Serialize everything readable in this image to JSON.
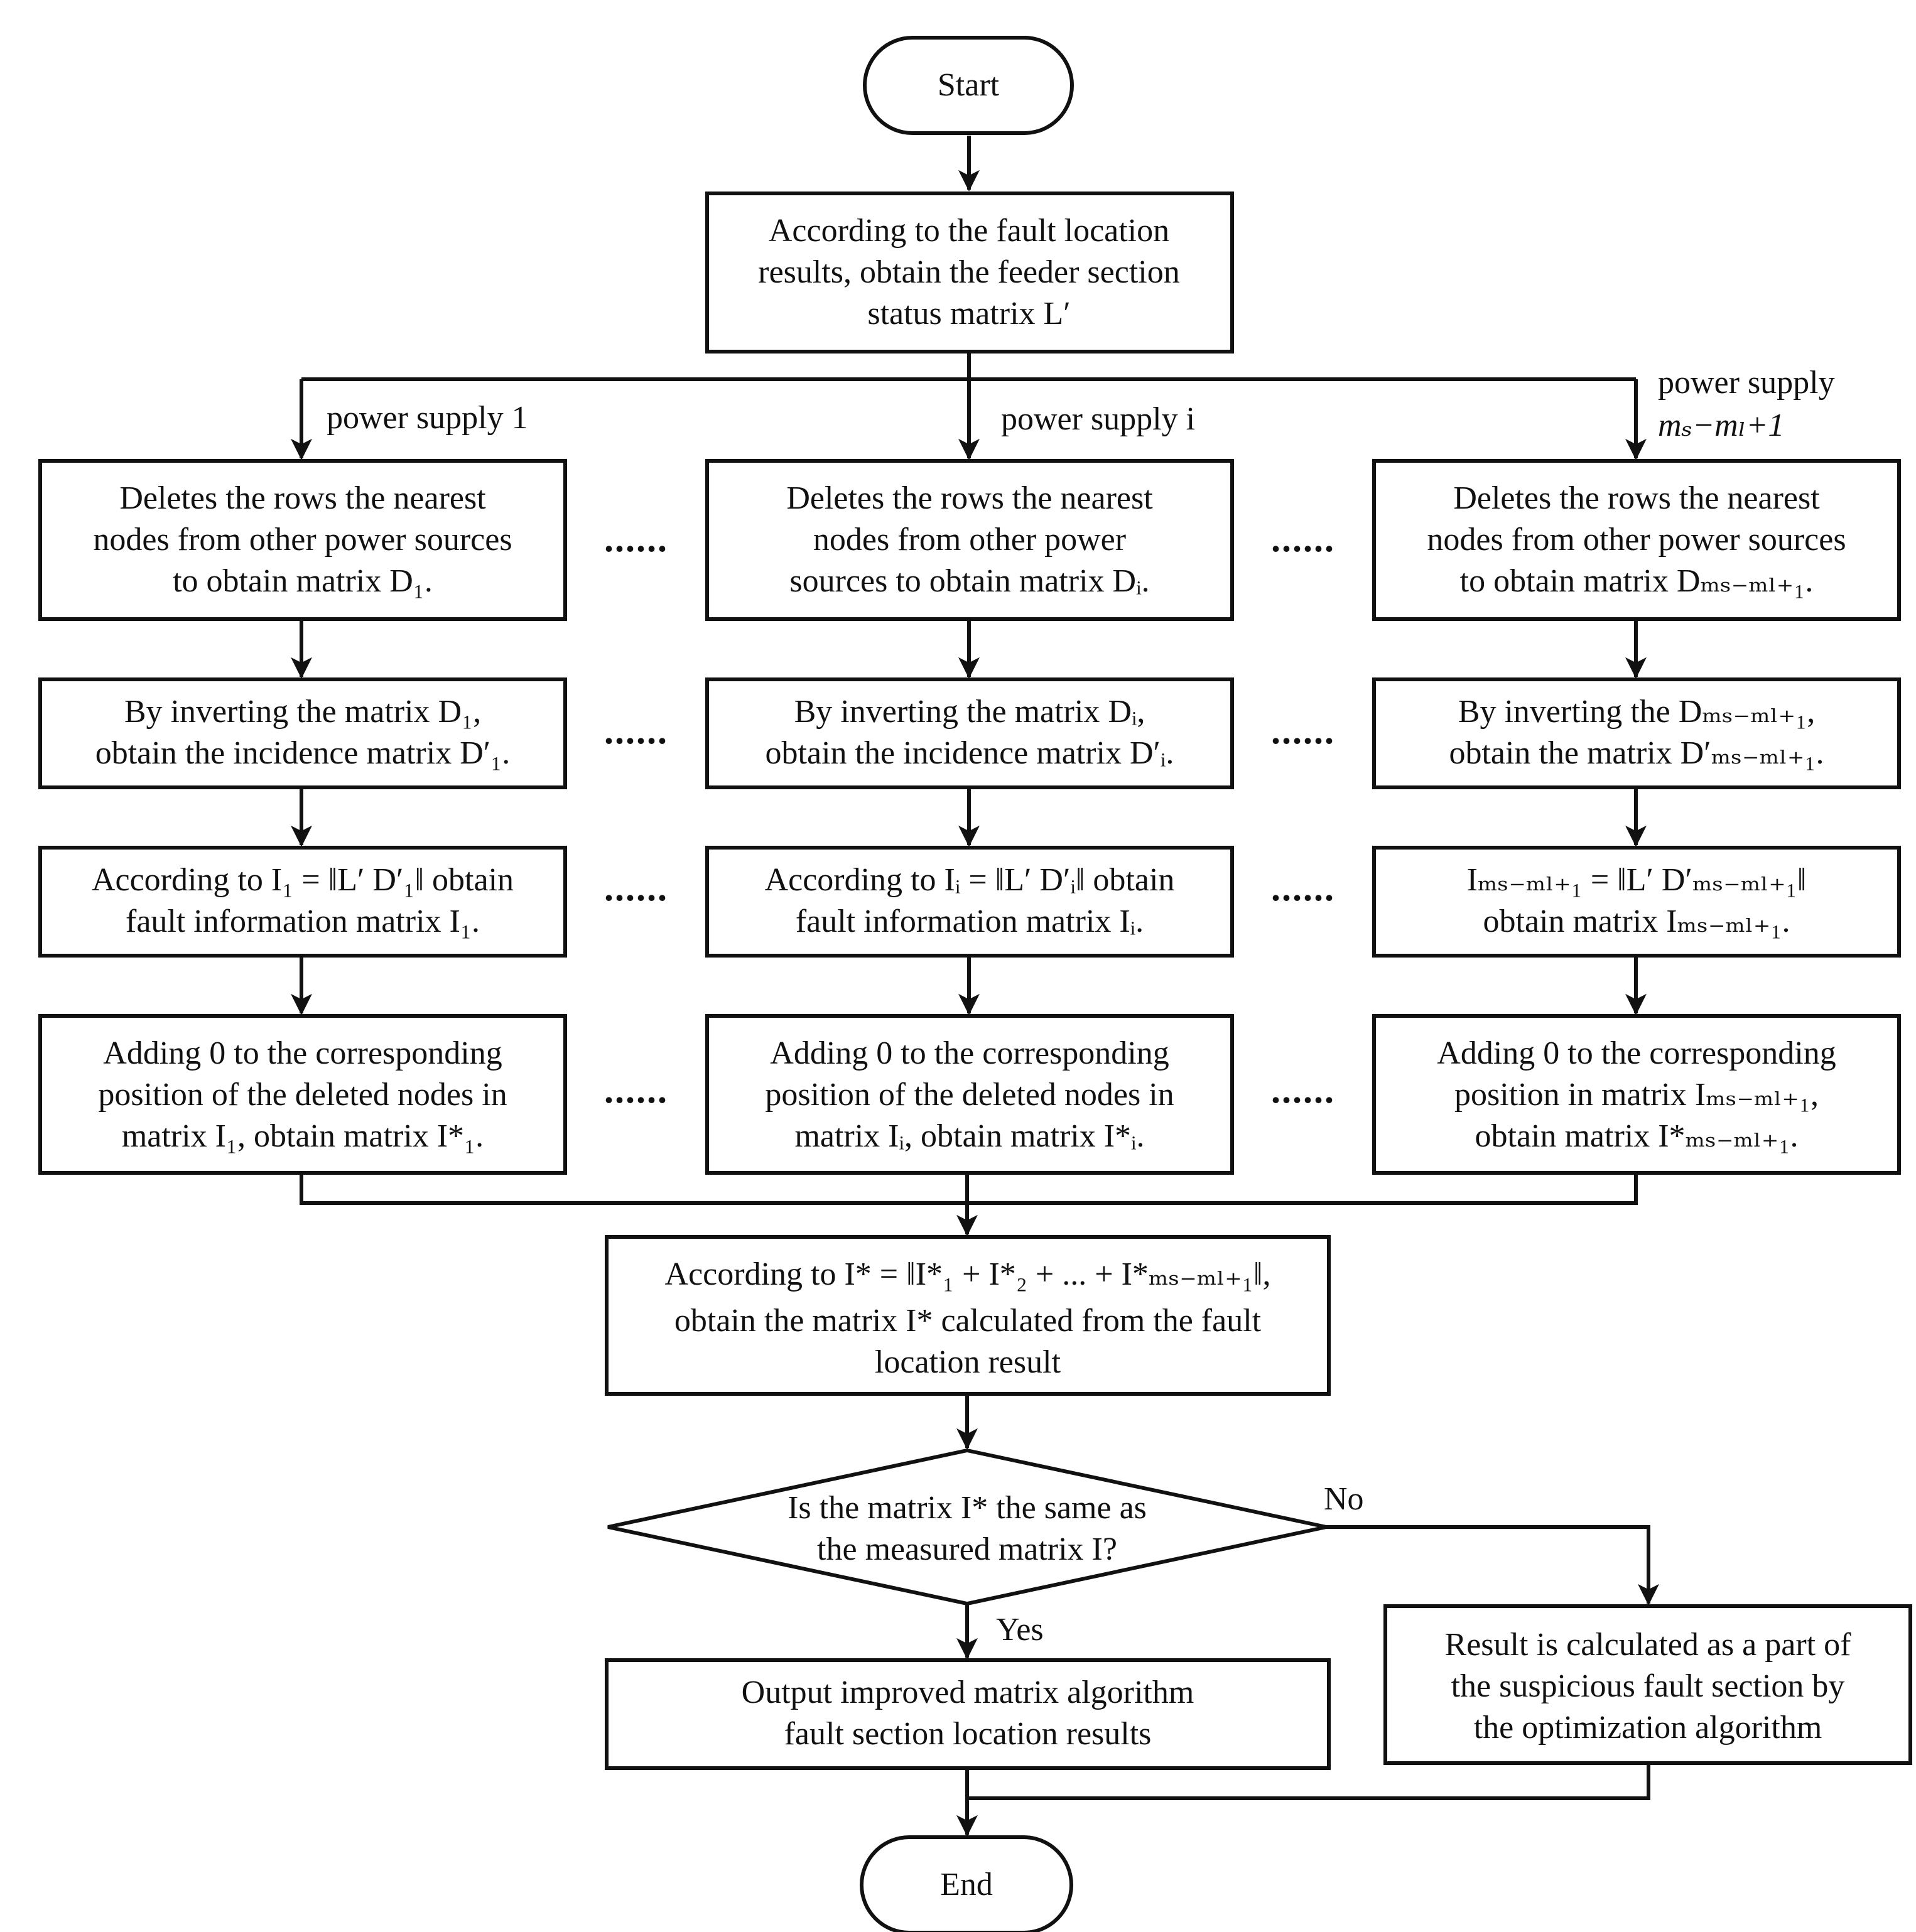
{
  "start": "Start",
  "end": "End",
  "step1": [
    "According to the fault location",
    "results, obtain the feeder section",
    "status matrix L′"
  ],
  "branches": [
    {
      "label": "power supply 1",
      "delete": [
        "Deletes the rows the nearest",
        "nodes from other power sources",
        "to obtain  matrix D₁."
      ],
      "invert": [
        "By inverting the matrix D₁,",
        "obtain the incidence matrix D′₁."
      ],
      "fault": [
        "According to I₁ = ‖L′ D′₁‖ obtain",
        "fault information matrix I₁."
      ],
      "add": [
        "Adding 0 to the corresponding",
        "position of the deleted nodes in",
        "matrix I₁, obtain matrix I*₁."
      ]
    },
    {
      "label": "power supply i",
      "delete": [
        "Deletes the rows the nearest",
        "nodes from other power",
        "sources to obtain  matrix Dᵢ."
      ],
      "invert": [
        "By inverting the matrix Dᵢ,",
        "obtain the incidence matrix D′ᵢ."
      ],
      "fault": [
        "According to Iᵢ = ‖L′ D′ᵢ‖ obtain",
        "fault information matrix Iᵢ."
      ],
      "add": [
        "Adding 0 to the corresponding",
        "position of the deleted nodes in",
        "matrix Iᵢ, obtain matrix I*ᵢ."
      ]
    },
    {
      "label": "power supply",
      "label2": "mₛ−mₗ+1",
      "delete": [
        "Deletes the rows the nearest",
        "nodes from other power sources",
        "to obtain  matrix Dₘₛ₋ₘₗ₊₁."
      ],
      "invert": [
        "By inverting the Dₘₛ₋ₘₗ₊₁,",
        "obtain the matrix D′ₘₛ₋ₘₗ₊₁."
      ],
      "fault": [
        "Iₘₛ₋ₘₗ₊₁ = ‖L′ D′ₘₛ₋ₘₗ₊₁‖",
        "obtain matrix Iₘₛ₋ₘₗ₊₁."
      ],
      "add": [
        "Adding 0  to the corresponding",
        "position in matrix Iₘₛ₋ₘₗ₊₁,",
        "obtain matrix I*ₘₛ₋ₘₗ₊₁."
      ]
    }
  ],
  "ellipsis": "......",
  "combine": [
    "According to I* = ‖I*₁ + I*₂ + ... + I*ₘₛ₋ₘₗ₊₁‖,",
    "obtain the matrix I* calculated from the fault",
    "location result"
  ],
  "decision": [
    "Is the matrix I* the same as",
    "the measured matrix I?"
  ],
  "no_label": "No",
  "yes_label": "Yes",
  "output": [
    "Output improved matrix algorithm",
    "fault section location results"
  ],
  "optimize": [
    "Result is calculated as a part of",
    "the suspicious fault section by",
    "the optimization algorithm"
  ]
}
